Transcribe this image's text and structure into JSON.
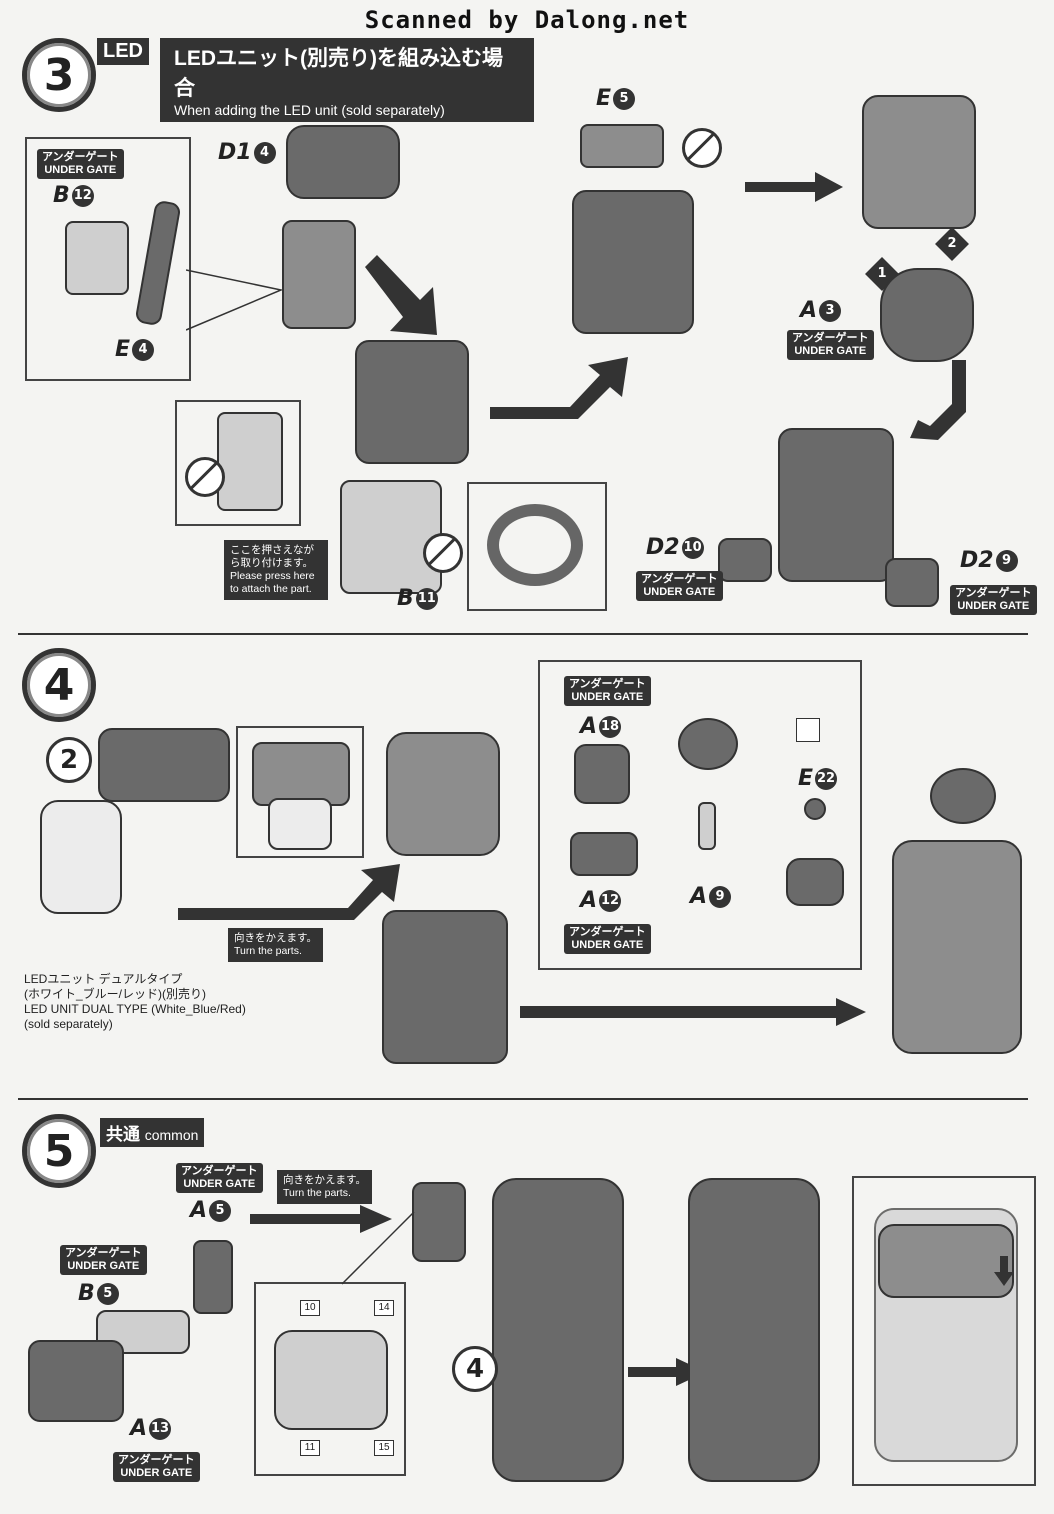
{
  "watermark": "Scanned by Dalong.net",
  "step3": {
    "number": "3",
    "tag": "LED",
    "title_jp": "LEDユニット(別売り)を組み込む場合",
    "title_en": "When adding the LED unit (sold separately)",
    "under_gate_jp": "アンダーゲート",
    "under_gate_en": "UNDER GATE",
    "labels": {
      "d14": "D1",
      "d14n": "4",
      "b12": "B",
      "b12n": "12",
      "e4": "E",
      "e4n": "4",
      "e5": "E",
      "e5n": "5",
      "a3": "A",
      "a3n": "3",
      "b11": "B",
      "b11n": "11",
      "d210": "D2",
      "d210n": "10",
      "d29": "D2",
      "d29n": "9",
      "mark1": "1",
      "mark2": "2"
    },
    "note_jp": "ここを押さえながら取り付けます。",
    "note_en": "Please press here to attach the part."
  },
  "step4": {
    "number": "4",
    "sub": "2",
    "turn_jp": "向きをかえます。",
    "turn_en": "Turn the parts.",
    "led_jp1": "LEDユニット デュアルタイプ",
    "led_jp2": "(ホワイト_ブルー/レッド)(別売り)",
    "led_en1": "LED UNIT DUAL TYPE (White_Blue/Red)",
    "led_en2": "(sold separately)",
    "labels": {
      "a18": "A",
      "a18n": "18",
      "a12": "A",
      "a12n": "12",
      "a9": "A",
      "a9n": "9",
      "e22": "E",
      "e22n": "22"
    }
  },
  "step5": {
    "number": "5",
    "tag_jp": "共通",
    "tag_en": "common",
    "turn_jp": "向きをかえます。",
    "turn_en": "Turn the parts.",
    "sub": "4",
    "labels": {
      "a5": "A",
      "a5n": "5",
      "b5": "B",
      "b5n": "5",
      "a13": "A",
      "a13n": "13"
    },
    "sticker_nums": [
      "10",
      "14",
      "11",
      "15"
    ]
  }
}
